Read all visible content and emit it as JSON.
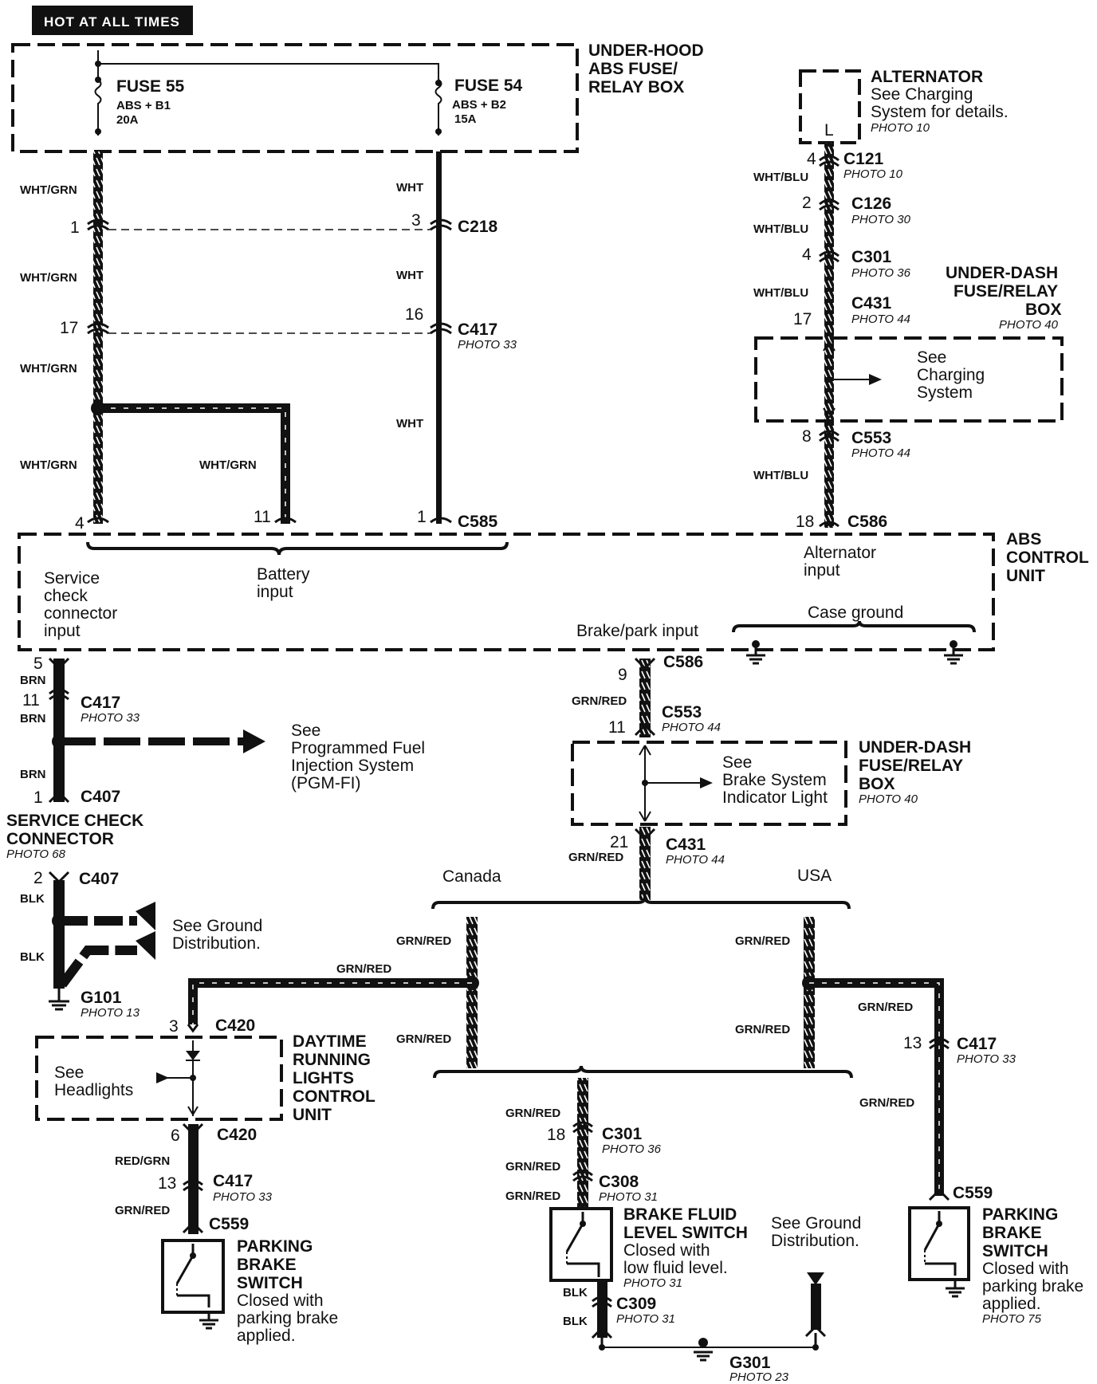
{
  "header": {
    "hot": "HOT AT ALL TIMES"
  },
  "underhood": {
    "l1": "UNDER-HOOD",
    "l2": "ABS FUSE/",
    "l3": "RELAY BOX"
  },
  "fuses": {
    "f55": {
      "name": "FUSE 55",
      "desc": "ABS + B1",
      "rating": "20A"
    },
    "f54": {
      "name": "FUSE 54",
      "desc": "ABS + B2",
      "rating": "15A"
    }
  },
  "wires": {
    "wht_grn": "WHT/GRN",
    "wht": "WHT",
    "wht_blu": "WHT/BLU",
    "brn": "BRN",
    "blk": "BLK",
    "grn_red": "GRN/RED",
    "red_grn": "RED/GRN"
  },
  "pins": {
    "p1": "1",
    "p2": "2",
    "p3": "3",
    "p4": "4",
    "p5": "5",
    "p6": "6",
    "p8": "8",
    "p9": "9",
    "p11": "11",
    "p13": "13",
    "p16": "16",
    "p17": "17",
    "p18": "18",
    "p21": "21"
  },
  "connectors": {
    "c218": "C218",
    "c417": "C417",
    "c585": "C585",
    "c121": "C121",
    "c126": "C126",
    "c301": "C301",
    "c431": "C431",
    "c553": "C553",
    "c586": "C586",
    "c407": "C407",
    "c420": "C420",
    "c559": "C559",
    "c308": "C308",
    "c309": "C309"
  },
  "photos": {
    "p10": "PHOTO 10",
    "p13": "PHOTO 13",
    "p23": "PHOTO 23",
    "p30": "PHOTO 30",
    "p31": "PHOTO 31",
    "p33": "PHOTO 33",
    "p36": "PHOTO 36",
    "p40": "PHOTO 40",
    "p44": "PHOTO 44",
    "p68": "PHOTO 68",
    "p75": "PHOTO 75"
  },
  "alternator": {
    "title": "ALTERNATOR",
    "note1": "See Charging",
    "note2": "System for details.",
    "terminal": "L"
  },
  "underdash": {
    "l1": "UNDER-DASH",
    "l2a": "FUSE/RELAY",
    "l3a": "BOX",
    "l2b": "FUSE/RELAY",
    "l3b": "BOX"
  },
  "charging_ref": {
    "l1": "See",
    "l2": "Charging",
    "l3": "System"
  },
  "abs_unit": {
    "l1": "ABS",
    "l2": "CONTROL",
    "l3": "UNIT",
    "service": [
      "Service",
      "check",
      "connector",
      "input"
    ],
    "battery": [
      "Battery",
      "input"
    ],
    "alt": [
      "Alternator",
      "input"
    ],
    "case_ground": "Case ground",
    "brake_park": "Brake/park input"
  },
  "pgmfi": {
    "l1": "See",
    "l2": "Programmed Fuel",
    "l3": "Injection System",
    "l4": "(PGM-FI)"
  },
  "service_check": {
    "l1": "SERVICE CHECK",
    "l2": "CONNECTOR"
  },
  "ground_ref": {
    "l1": "See Ground",
    "l2": "Distribution."
  },
  "grounds": {
    "g101": "G101",
    "g301": "G301"
  },
  "brake_ref": {
    "l1": "See",
    "l2": "Brake System",
    "l3": "Indicator Light"
  },
  "variants": {
    "canada": "Canada",
    "usa": "USA"
  },
  "headlights_ref": {
    "l1": "See",
    "l2": "Headlights"
  },
  "drl": {
    "l1": "DAYTIME",
    "l2": "RUNNING",
    "l3": "LIGHTS",
    "l4": "CONTROL",
    "l5": "UNIT"
  },
  "parking_switch": {
    "t1": "PARKING",
    "t2": "BRAKE",
    "t3": "SWITCH",
    "n1": "Closed with",
    "n2": "parking brake",
    "n3": "applied."
  },
  "fluid_switch": {
    "t1": "BRAKE FLUID",
    "t2": "LEVEL SWITCH",
    "n1": "Closed with",
    "n2": "low fluid level."
  }
}
